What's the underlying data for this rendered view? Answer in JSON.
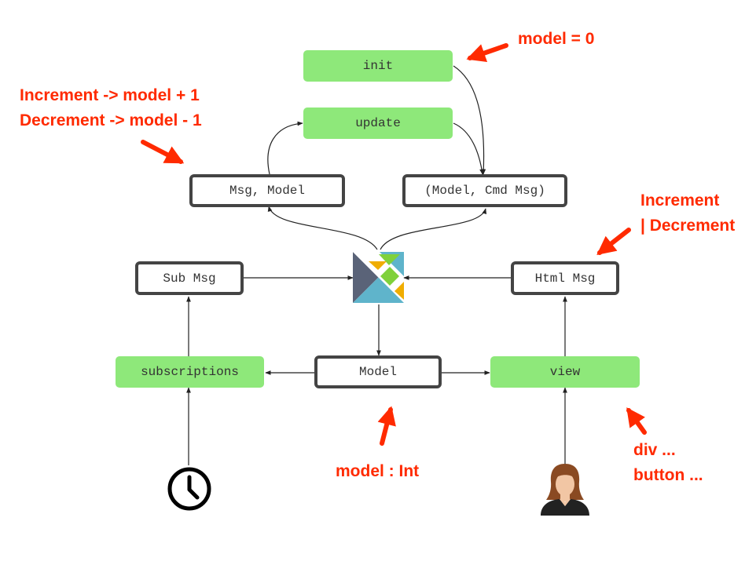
{
  "nodes": {
    "init": "init",
    "update": "update",
    "msg_model": "Msg, Model",
    "model_cmd": "(Model, Cmd Msg)",
    "sub_msg": "Sub Msg",
    "html_msg": "Html Msg",
    "subscriptions": "subscriptions",
    "model": "Model",
    "view": "view"
  },
  "annotations": {
    "init_note": "model = 0",
    "update_note_1": "Increment  -> model + 1",
    "update_note_2": "Decrement -> model - 1",
    "html_msg_note_1": "Increment",
    "html_msg_note_2": "| Decrement",
    "model_note": "model : Int",
    "view_note_1": "div ...",
    "view_note_2": "button ..."
  },
  "icons": {
    "runtime": "elm-logo-icon",
    "time": "clock-icon",
    "user": "user-icon"
  },
  "colors": {
    "function_box": "#8ee87a",
    "type_box_border": "#444444",
    "annotation": "#ff2a00",
    "edge": "#222222"
  }
}
